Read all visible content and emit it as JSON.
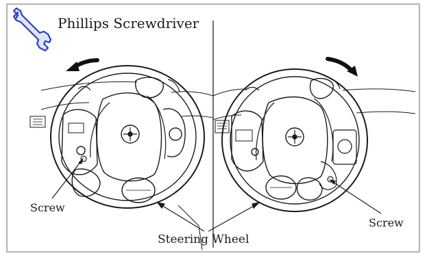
{
  "figure": {
    "title": "Phillips Screwdriver",
    "labels": {
      "screw_left": "Screw",
      "screw_right": "Screw",
      "steering_wheel": "Steering Wheel"
    },
    "icon": "wrench-icon",
    "colors": {
      "ink": "#1a1a1a",
      "icon_fill": "#dfe5ff",
      "icon_stroke": "#2a3ec8",
      "frame": "#9a9a9a",
      "background": "#ffffff"
    }
  }
}
